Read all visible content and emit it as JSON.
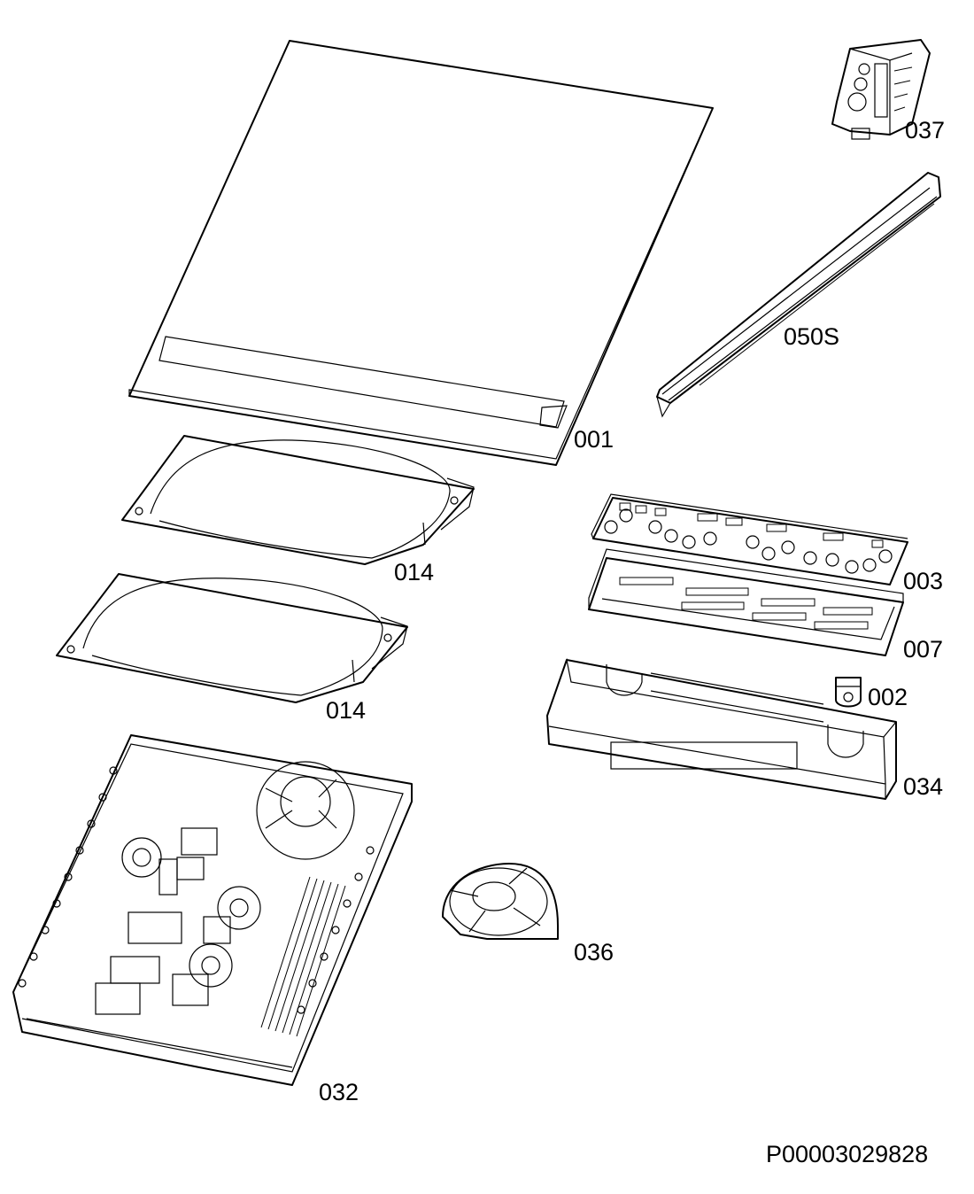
{
  "parts": [
    {
      "id": "glass_top",
      "label": "001"
    },
    {
      "id": "display_board",
      "label": "003"
    },
    {
      "id": "board_holder",
      "label": "007"
    },
    {
      "id": "clip",
      "label": "002"
    },
    {
      "id": "frame",
      "label": "034"
    },
    {
      "id": "coil_upper",
      "label": "014"
    },
    {
      "id": "coil_lower",
      "label": "014"
    },
    {
      "id": "power_board",
      "label": "032"
    },
    {
      "id": "fan",
      "label": "036"
    },
    {
      "id": "connector",
      "label": "037"
    },
    {
      "id": "side_rail",
      "label": "050S"
    }
  ],
  "document_id": "P00003029828",
  "colors": {
    "line": "#000000",
    "background": "#ffffff"
  }
}
